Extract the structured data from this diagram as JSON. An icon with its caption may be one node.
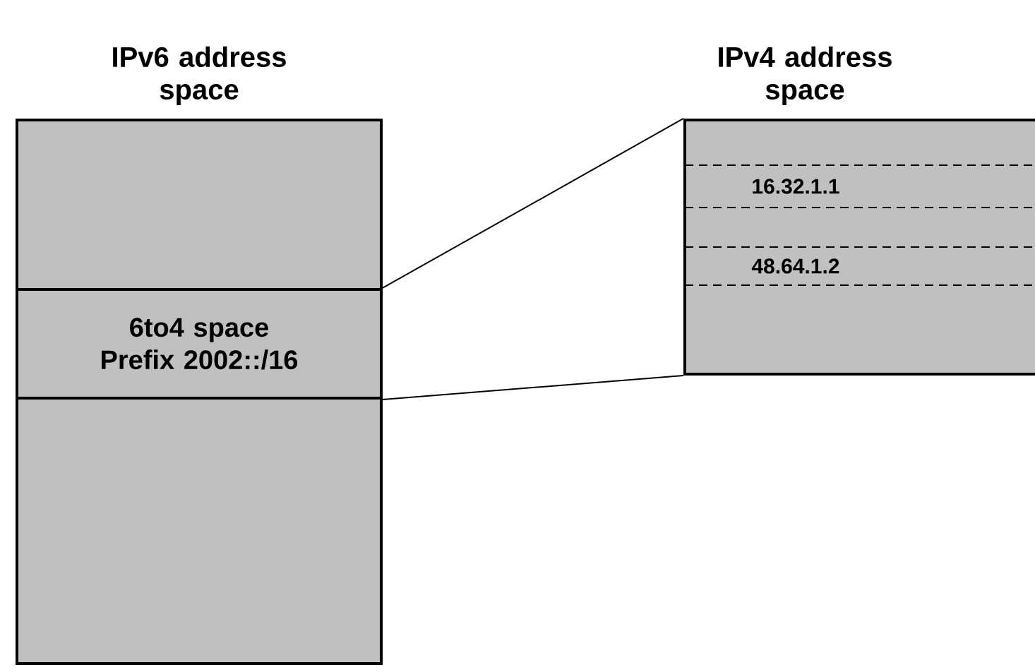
{
  "diagram": {
    "nodes": [
      {
        "text": [
          "IPv6 address space"
        ]
      },
      {
        "text": [
          "6to4 space Prefix 2002::/16"
        ],
        "in": 0
      },
      {
        "text": [
          "IPv4 address space"
        ]
      },
      {
        "text": [
          "16.32.1.1"
        ],
        "in": 2
      },
      {
        "text": [
          "48.64.1.2"
        ],
        "in": 2
      }
    ],
    "edges": [
      {
        "from": 1,
        "to": 2,
        "arrow": "none"
      },
      {
        "from": 1,
        "to": 2,
        "arrow": "none"
      }
    ]
  }
}
